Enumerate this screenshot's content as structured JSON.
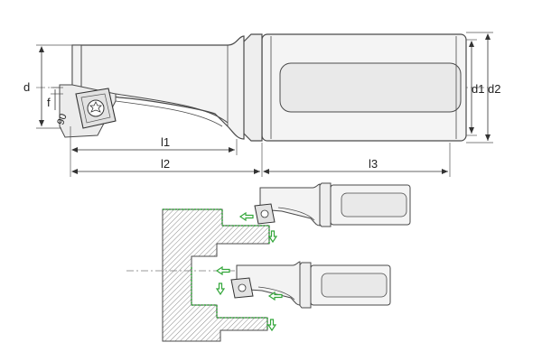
{
  "labels": {
    "d": "d",
    "f": "f",
    "angle": "90",
    "l1": "l1",
    "l2": "l2",
    "l3": "l3",
    "d1": "d1",
    "d2": "d2"
  },
  "colors": {
    "line": "#4a4a4a",
    "hatch": "#8a8a8a",
    "arrow_green": "#33a63a",
    "body_fill": "#f1f1f1"
  }
}
